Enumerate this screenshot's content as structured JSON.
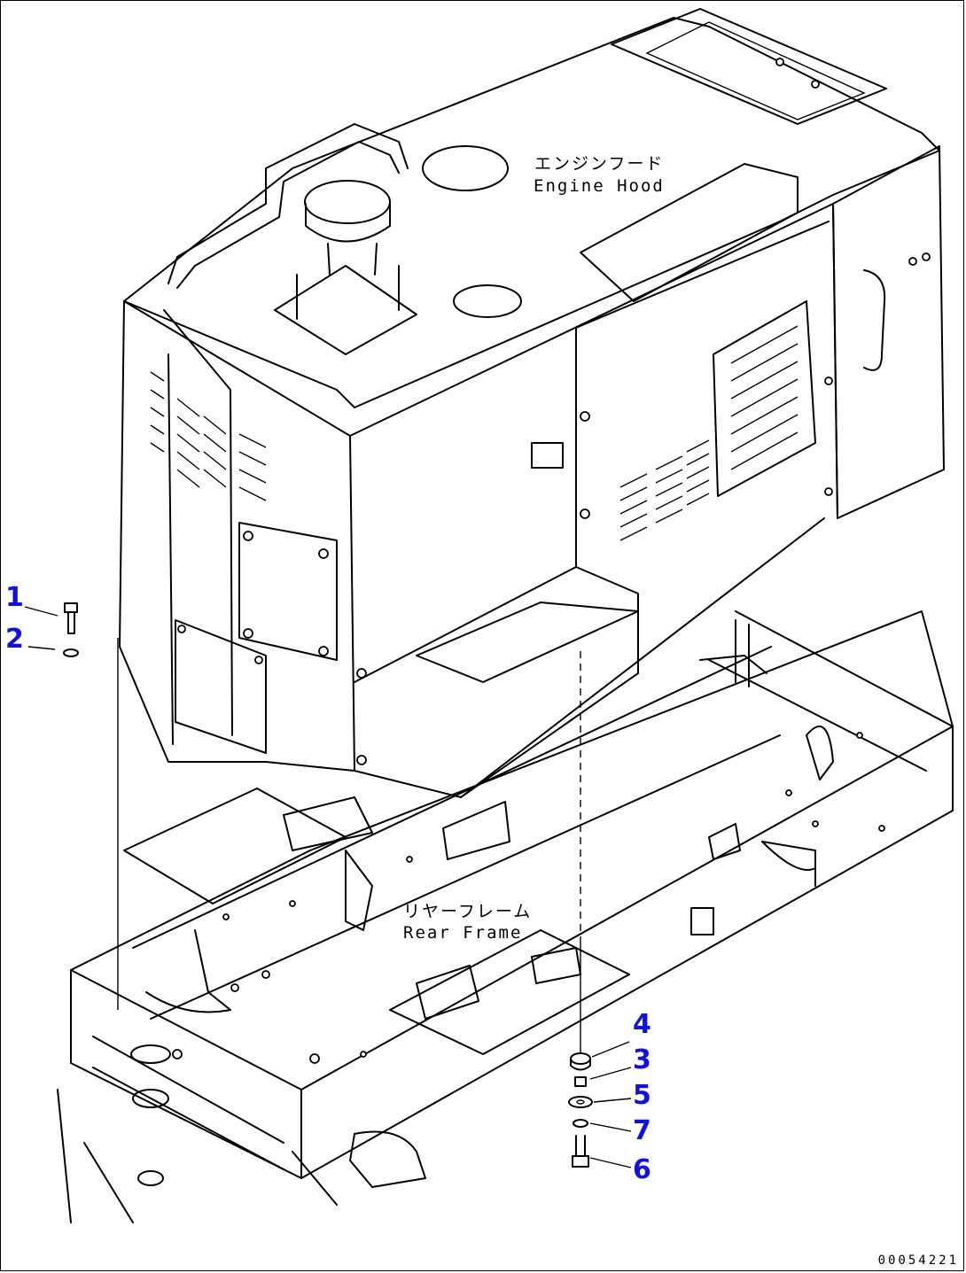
{
  "labels": {
    "engine_hood_jp": "エンジンフード",
    "engine_hood_en": "Engine Hood",
    "rear_frame_jp": "リヤーフレーム",
    "rear_frame_en": "Rear Frame"
  },
  "callouts": [
    "1",
    "2",
    "3",
    "4",
    "5",
    "6",
    "7"
  ],
  "callout_color": "#1010e0",
  "drawing_id": "00054221"
}
